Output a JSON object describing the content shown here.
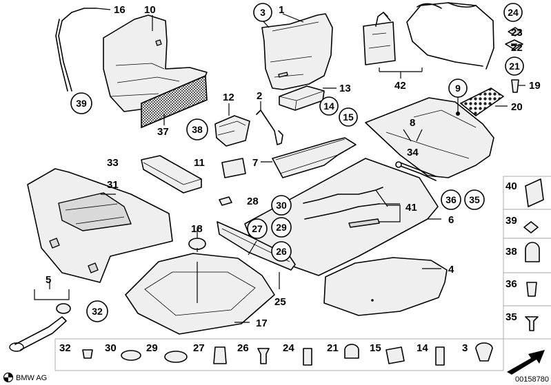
{
  "brand": "BMW AG",
  "diagram_id": "00158780",
  "parts_labels": {
    "p1": "1",
    "p2": "2",
    "p3": "3",
    "p4": "4",
    "p5": "5",
    "p6": "6",
    "p7": "7",
    "p8": "8",
    "p9": "9",
    "p10": "10",
    "p11": "11",
    "p12": "12",
    "p13": "13",
    "p14": "14",
    "p15": "15",
    "p16": "16",
    "p17": "17",
    "p18": "18",
    "p19": "19",
    "p20": "20",
    "p21": "21",
    "p22": "22",
    "p23": "23",
    "p24": "24",
    "p25": "25",
    "p26": "26",
    "p27": "27",
    "p28": "28",
    "p29": "29",
    "p30": "30",
    "p31": "31",
    "p32": "32",
    "p33": "33",
    "p34": "34",
    "p35": "35",
    "p36": "36",
    "p37": "37",
    "p38": "38",
    "p39": "39",
    "p40": "40",
    "p41": "41",
    "p42": "42"
  },
  "fastener_strip": [
    "32",
    "30",
    "29",
    "27",
    "26",
    "24",
    "21",
    "15",
    "14",
    "3"
  ],
  "fastener_column": [
    "40",
    "39",
    "38",
    "36",
    "35"
  ]
}
